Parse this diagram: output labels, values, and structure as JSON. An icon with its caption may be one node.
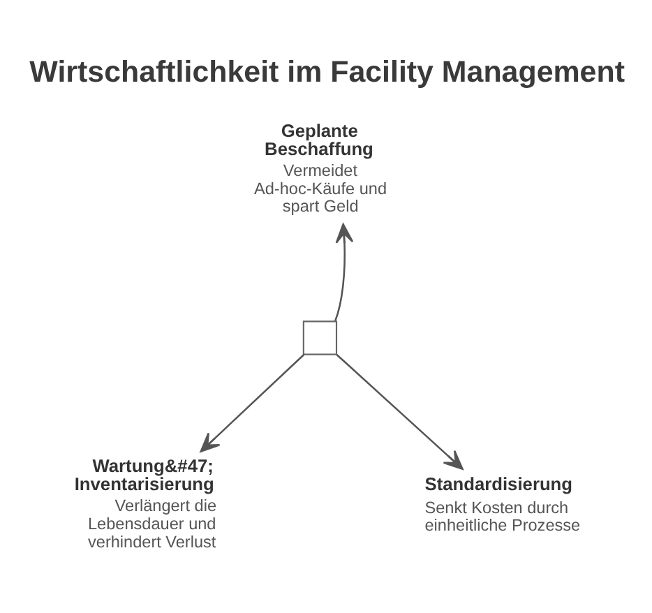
{
  "diagram": {
    "title": "Wirtschaftlichkeit im Facility Management",
    "nodes": [
      {
        "text": [
          "Geplante Beschaffung",
          "Vermeidet Ad-hoc-Käufe und spart Geld"
        ]
      },
      {
        "text": [],
        "shape": "box"
      },
      {
        "text": [
          "Wartung&#47; Inventarisierung",
          "Verlängert die Lebensdauer und verhindert Verlust"
        ]
      },
      {
        "text": [
          "Standardisierung",
          "Senkt Kosten durch einheitliche Prozesse"
        ]
      }
    ],
    "edges": [
      {
        "from": 1,
        "to": 0,
        "arrow": "to"
      },
      {
        "from": 1,
        "to": 2,
        "arrow": "to"
      },
      {
        "from": 1,
        "to": 3,
        "arrow": "to"
      }
    ]
  }
}
